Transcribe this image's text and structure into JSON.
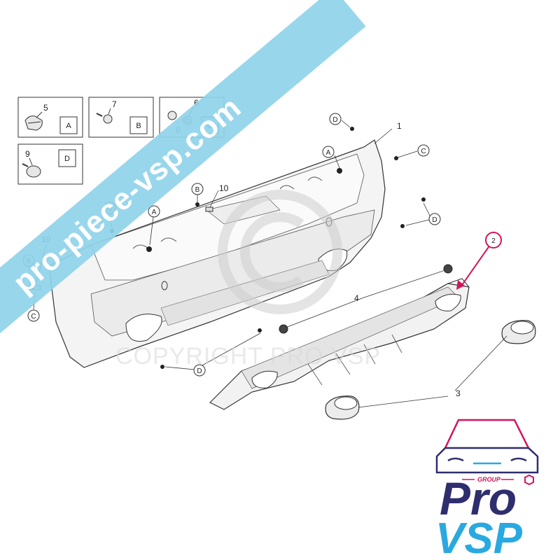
{
  "watermark": {
    "site_text": "pro-piece-vsp.com",
    "copyright_text": "COPYRIGHT PRO VSP",
    "banner_color": "#8fd3ea"
  },
  "legend_boxes": [
    {
      "part_number": "5",
      "letter": "A"
    },
    {
      "part_number": "7",
      "letter": "B"
    },
    {
      "part_number": "6",
      "second_number": "8",
      "letter": "C"
    },
    {
      "part_number": "9",
      "letter": "D"
    }
  ],
  "part_labels": {
    "bumper": "1",
    "diffuser_highlight": "2",
    "exhaust_tips": "3",
    "diffuser": "4",
    "clip_upper": "10",
    "clip_left": "10"
  },
  "fastener_callouts": {
    "d_top": "D",
    "a_upper": "A",
    "c_right": "C",
    "d_right": "D",
    "b_mid": "B",
    "d_left": "D",
    "a_left": "A",
    "b_far_left": "B",
    "c_far_left": "C",
    "d_bottom": "D"
  },
  "highlight_color": "#d4145a",
  "logo": {
    "group_text": "GROUP",
    "line1": "Pro",
    "line2": "VSP",
    "primary_color": "#2e2e6e",
    "accent_color": "#2aa9e0",
    "highlight_color": "#d4145a"
  }
}
